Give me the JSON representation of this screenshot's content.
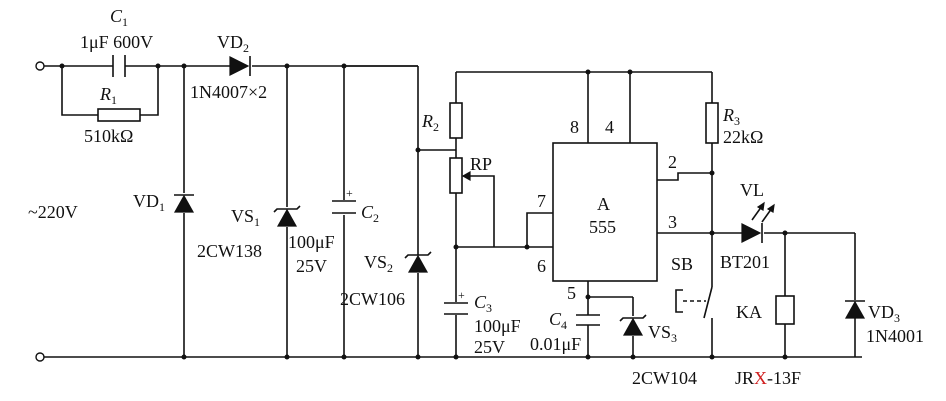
{
  "supply": {
    "label": "~220V"
  },
  "components": {
    "C1": {
      "name": "C",
      "sub": "1",
      "value": "1μF  600V"
    },
    "R1": {
      "name": "R",
      "sub": "1",
      "value": "510kΩ"
    },
    "VD2": {
      "name": "VD",
      "sub": "2",
      "value": "1N4007×2"
    },
    "VD1": {
      "name": "VD",
      "sub": "1"
    },
    "VS1": {
      "name": "VS",
      "sub": "1",
      "value": "2CW138"
    },
    "C2": {
      "name": "C",
      "sub": "2",
      "value_line1": "100μF",
      "value_line2": "25V"
    },
    "VS2": {
      "name": "VS",
      "sub": "2",
      "value": "2CW106"
    },
    "R2": {
      "name": "R",
      "sub": "2"
    },
    "RP": {
      "name": "RP"
    },
    "C3": {
      "name": "C",
      "sub": "3",
      "value_line1": "100μF",
      "value_line2": "25V"
    },
    "C4": {
      "name": "C",
      "sub": "4",
      "value": "0.01μF"
    },
    "VS3": {
      "name": "VS",
      "sub": "3",
      "value": "2CW104"
    },
    "IC": {
      "name": "A",
      "type": "555"
    },
    "pins": {
      "p8": "8",
      "p4": "4",
      "p2": "2",
      "p3": "3",
      "p7": "7",
      "p6": "6",
      "p5": "5"
    },
    "R3": {
      "name": "R",
      "sub": "3",
      "value": "22kΩ"
    },
    "VL": {
      "name": "VL",
      "value": "BT201"
    },
    "SB": {
      "name": "SB"
    },
    "KA": {
      "name": "KA",
      "value_prefix": "JR",
      "value_red": "X",
      "value_suffix": "-13F"
    },
    "VD3": {
      "name": "VD",
      "sub": "3",
      "value": "1N4001"
    }
  }
}
